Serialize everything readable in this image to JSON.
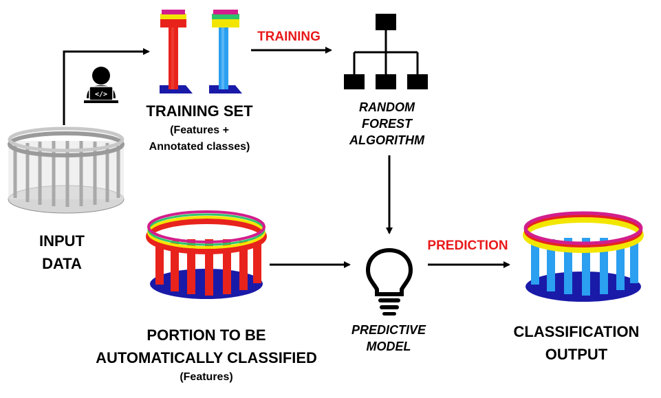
{
  "diagram": {
    "input": {
      "line1": "INPUT",
      "line2": "DATA"
    },
    "training_set": {
      "title": "TRAINING SET",
      "sub1": "(Features +",
      "sub2": "Annotated classes)"
    },
    "training_label": "TRAINING",
    "algorithm": {
      "line1": "RANDOM",
      "line2": "FOREST",
      "line3": "ALGORITHM"
    },
    "portion": {
      "line1": "PORTION TO BE",
      "line2": "AUTOMATICALLY CLASSIFIED",
      "sub": "(Features)"
    },
    "model": {
      "line1": "PREDICTIVE",
      "line2": "MODEL"
    },
    "prediction_label": "PREDICTION",
    "output": {
      "line1": "CLASSIFICATION",
      "line2": "OUTPUT"
    },
    "icons": [
      "user-laptop-icon",
      "hierarchy-tree-icon",
      "lightbulb-icon"
    ],
    "colors": {
      "accent_text": "#e8191a",
      "class_red": "#e8231c",
      "class_blue": "#2b9ff0",
      "class_base": "#1a1aa8",
      "class_yellow": "#f2e600",
      "class_magenta": "#d21e8c",
      "point_cloud_gray": "#b9b9b9"
    }
  }
}
